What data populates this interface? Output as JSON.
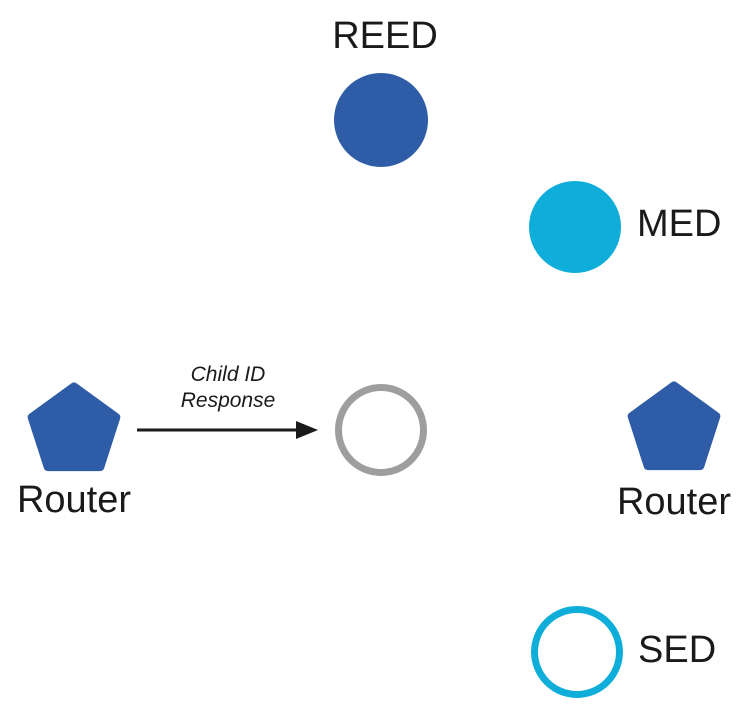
{
  "colors": {
    "primary_blue": "#2E5CA6",
    "cyan": "#0FAEDA",
    "gray": "#9E9E9E",
    "ink": "#1A1A1A"
  },
  "nodes": {
    "reed": {
      "label": "REED",
      "shape": "filled-circle",
      "color": "#2E5CA6"
    },
    "med": {
      "label": "MED",
      "shape": "filled-circle",
      "color": "#0FAEDA"
    },
    "router_left": {
      "label": "Router",
      "shape": "pentagon",
      "color": "#2E5CA6"
    },
    "joining_device": {
      "label": "",
      "shape": "outlined-circle",
      "color": "#9E9E9E"
    },
    "router_right": {
      "label": "Router",
      "shape": "pentagon",
      "color": "#2E5CA6"
    },
    "sed": {
      "label": "SED",
      "shape": "outlined-circle",
      "color": "#0FAEDA"
    }
  },
  "arrow": {
    "label_line1": "Child ID",
    "label_line2": "Response"
  }
}
